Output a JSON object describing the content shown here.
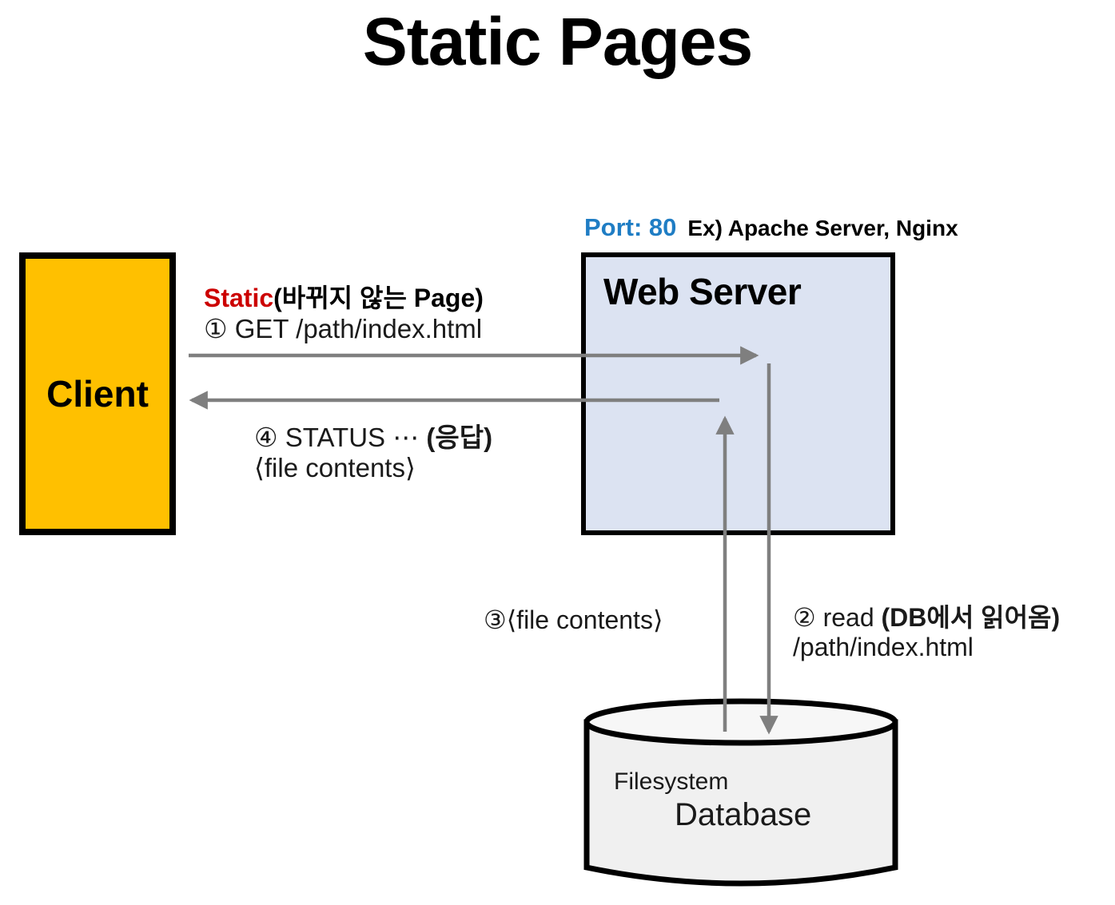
{
  "title": "Static Pages",
  "nodes": {
    "client": {
      "label": "Client",
      "fill": "#FFC000",
      "border": "#000000"
    },
    "web_server": {
      "label": "Web Server",
      "fill": "#DCE3F2",
      "border": "#000000"
    },
    "database": {
      "line1": "Filesystem",
      "line2": "Database",
      "fill": "#F0F0F0",
      "border": "#000000"
    }
  },
  "server_meta": {
    "port_label": "Port: 80",
    "port_color": "#1F7DC4",
    "example_label": "Ex) Apache Server, Nginx"
  },
  "flows": {
    "static_keyword": "Static",
    "static_keyword_color": "#CC0000",
    "static_note": "(바뀌지 않는 Page)",
    "step1": "① GET /path/index.html",
    "step4_main": "④ STATUS ⋯ ",
    "step4_bold": "(응답)",
    "step4_second": "⟨file contents⟩",
    "step3": "③⟨file contents⟩",
    "step2_main": "② read ",
    "step2_bold": "(DB에서 읽어옴)",
    "step2_second": "/path/index.html"
  },
  "style": {
    "arrow_color": "#7F7F7F"
  }
}
